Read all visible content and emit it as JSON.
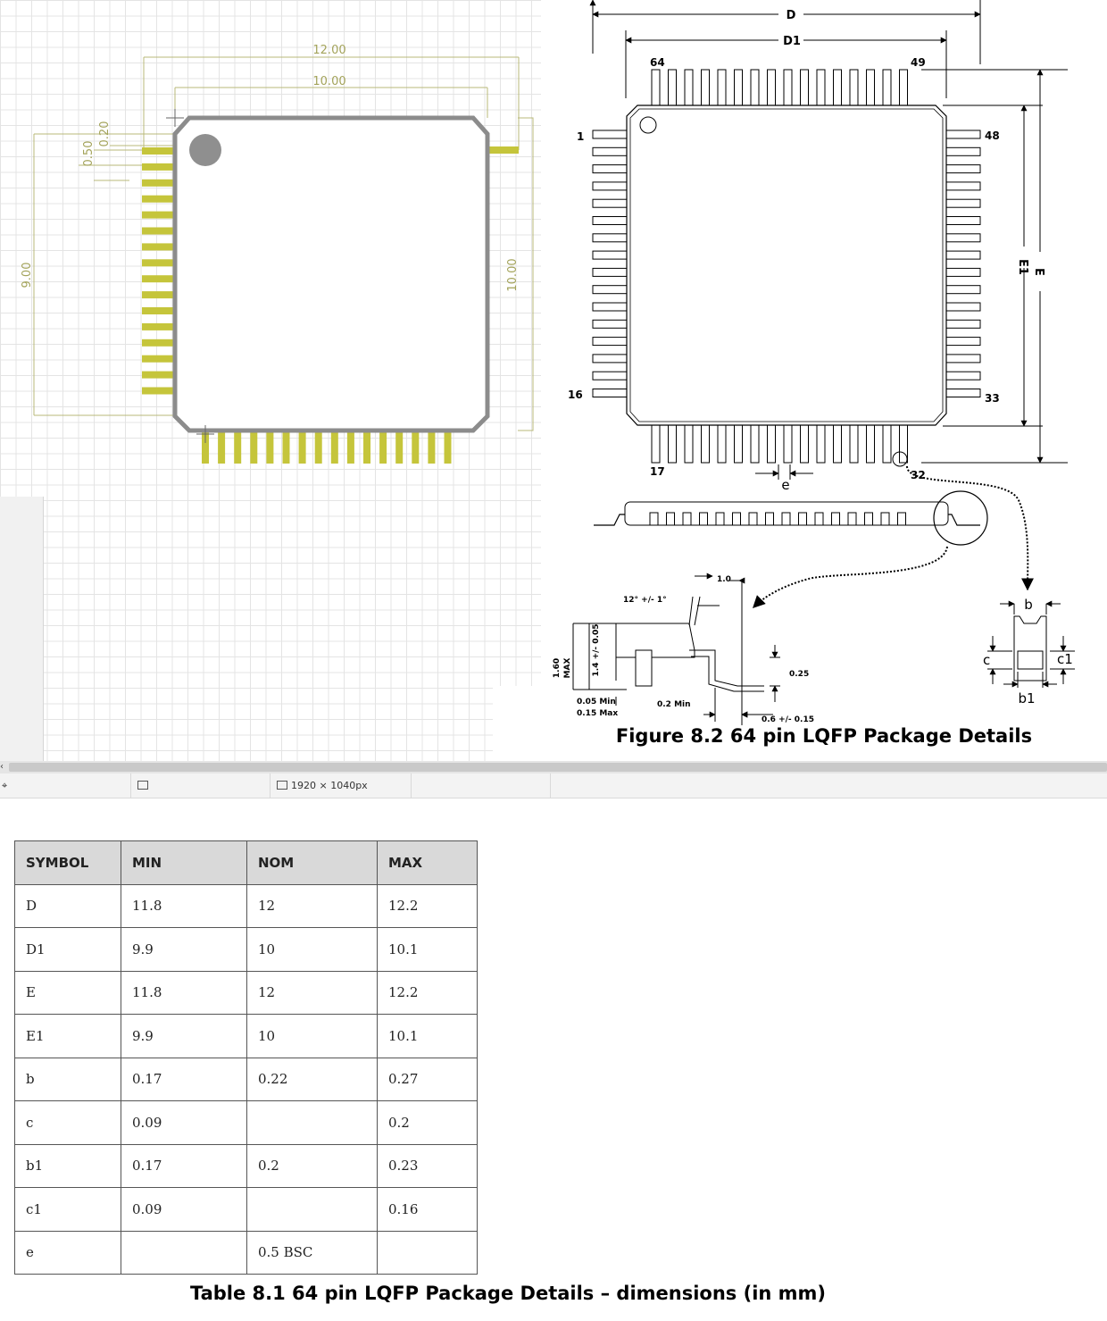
{
  "cad": {
    "dims": {
      "overall_width": "12.00",
      "body_width": "10.00",
      "pin_pitch": "0.50",
      "pin_width": "0.20",
      "pin_span": "9.00",
      "body_height": "10.00"
    }
  },
  "status_bar": {
    "coordinate_icon": "crosshair-icon",
    "selection_icon": "selection-icon",
    "page_size": "1920 × 1040px"
  },
  "package_figure": {
    "labels": {
      "D": "D",
      "D1": "D1",
      "E": "E",
      "E1": "E1",
      "e": "e",
      "b": "b",
      "b1": "b1",
      "c": "c",
      "c1": "c1"
    },
    "pin_numbers": {
      "pin1": "1",
      "pin16": "16",
      "pin17": "17",
      "pin32": "32",
      "pin33": "33",
      "pin48": "48",
      "pin49": "49",
      "pin64": "64"
    },
    "detail": {
      "angle": "12°  +/- 1°",
      "lead_length": "1.0",
      "max_height": "1.60",
      "max_word": "MAX",
      "body_thickness": "1.4 +/- 0.05",
      "gauge": "0.25",
      "standoff_min": "0.05 Min",
      "standoff_max": "0.15 Max",
      "foot_min": "0.2  Min",
      "foot_length": "0.6  +/- 0.15"
    },
    "caption": "Figure 8.2 64 pin LQFP Package Details"
  },
  "table": {
    "headers": [
      "SYMBOL",
      "MIN",
      "NOM",
      "MAX"
    ],
    "rows": [
      [
        "D",
        "11.8",
        "12",
        "12.2"
      ],
      [
        "D1",
        "9.9",
        "10",
        "10.1"
      ],
      [
        "E",
        "11.8",
        "12",
        "12.2"
      ],
      [
        "E1",
        "9.9",
        "10",
        "10.1"
      ],
      [
        "b",
        "0.17",
        "0.22",
        "0.27"
      ],
      [
        "c",
        "0.09",
        "",
        "0.2"
      ],
      [
        "b1",
        "0.17",
        "0.2",
        "0.23"
      ],
      [
        "c1",
        "0.09",
        "",
        "0.16"
      ],
      [
        "e",
        "",
        "0.5 BSC",
        ""
      ]
    ],
    "caption": "Table 8.1 64 pin LQFP Package Details – dimensions (in mm)"
  }
}
